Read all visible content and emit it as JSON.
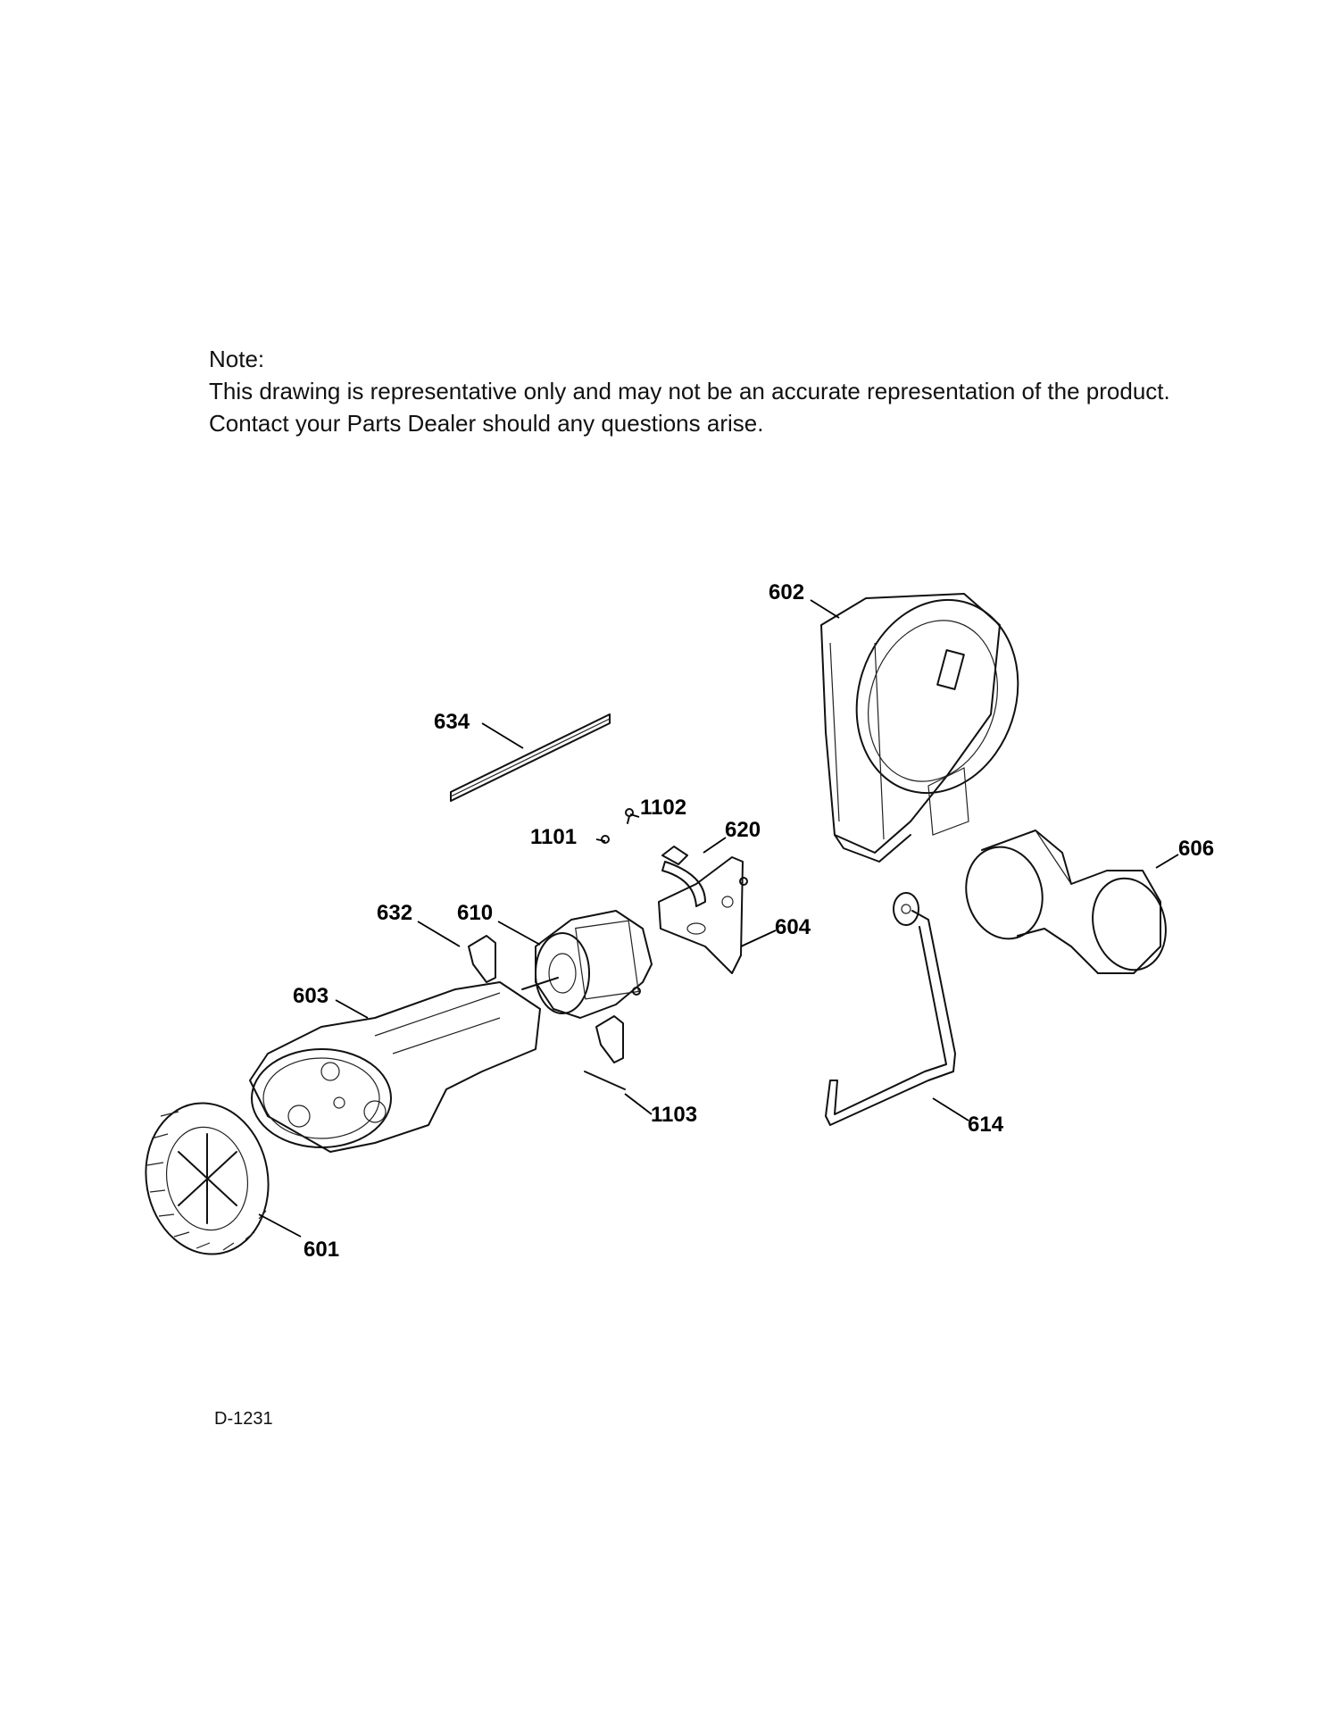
{
  "note": {
    "heading": "Note:",
    "line1": "This drawing is representative only and may not be an accurate representation of the product.",
    "line2": "Contact your Parts Dealer should any questions arise."
  },
  "diagram_id": "D-1231",
  "callouts": [
    {
      "id": "602",
      "label": "602"
    },
    {
      "id": "634",
      "label": "634"
    },
    {
      "id": "1102",
      "label": "1102"
    },
    {
      "id": "1101",
      "label": "1101"
    },
    {
      "id": "620",
      "label": "620"
    },
    {
      "id": "606",
      "label": "606"
    },
    {
      "id": "610",
      "label": "610"
    },
    {
      "id": "632",
      "label": "632"
    },
    {
      "id": "604",
      "label": "604"
    },
    {
      "id": "603",
      "label": "603"
    },
    {
      "id": "1103",
      "label": "1103"
    },
    {
      "id": "614",
      "label": "614"
    },
    {
      "id": "601",
      "label": "601"
    }
  ]
}
